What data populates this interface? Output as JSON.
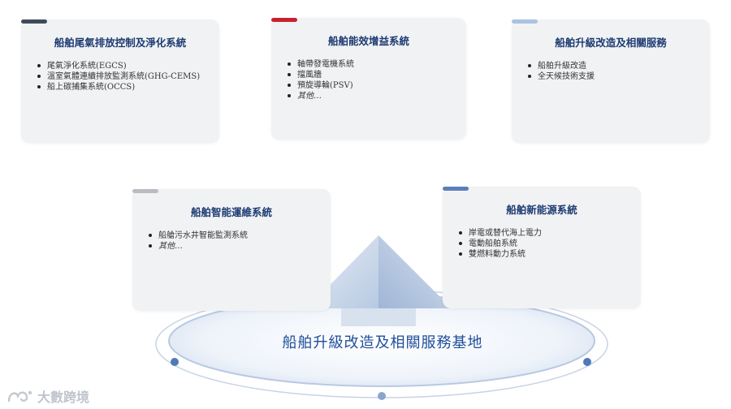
{
  "cards": [
    {
      "title": "船舶尾氣排放控制及淨化系統",
      "accent": "#3f4a5c",
      "items": [
        "尾氣淨化系統(EGCS)",
        "溫室氣體連續排放監測系統(GHG-CEMS)",
        "船上碳捕集系統(OCCS)"
      ]
    },
    {
      "title": "船舶能效增益系統",
      "accent": "#c8202f",
      "items": [
        "軸帶發電機系統",
        "擋風牆",
        "預旋導輪(PSV)",
        "其他…"
      ]
    },
    {
      "title": "船舶升級改造及相關服務",
      "accent": "#a9c3e0",
      "items": [
        "船舶升級改造",
        "全天候技術支援"
      ]
    },
    {
      "title": "船舶智能運維系統",
      "accent": "#b9bcc1",
      "items": [
        "船艙污水井智能監測系統",
        "其他…"
      ]
    },
    {
      "title": "船舶新能源系統",
      "accent": "#5a7fba",
      "items": [
        "岸電或替代海上電力",
        "電動船舶系統",
        "雙燃料動力系統"
      ]
    }
  ],
  "base": {
    "label": "船舶升級改造及相關服務基地"
  },
  "watermark": {
    "text": "大數跨境"
  }
}
